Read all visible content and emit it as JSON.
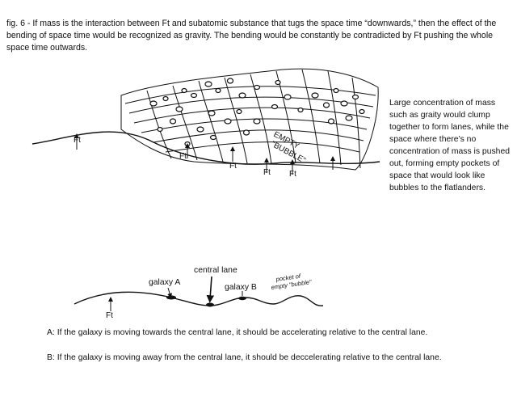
{
  "caption": "fig. 6 - If mass is the interaction between Ft and subatomic substance that tugs the space time “downwards,” then the effect of the bending of space time would be recognized as gravity. The bending would be constantly be contradicted by Ft pushing the whole space time outwards.",
  "side_note": "Large concentration of mass such as graity would clump together to form lanes, while the space where there’s no concentration of mass is pushed out, forming empty pockets of space that would look like bubbles to the flatlanders.",
  "top_drawing": {
    "bubble_label_line1": "EMPTY",
    "bubble_label_line2": "\"BUBBLE\"",
    "force_label": "Ft"
  },
  "bottom_drawing": {
    "central_lane": "central lane",
    "galaxy_a": "galaxy A",
    "galaxy_b": "galaxy B",
    "pocket_line1": "pocket of",
    "pocket_line2": "empty \"bubble\"",
    "force_label": "Ft"
  },
  "note_a": "A: If the galaxy is moving towards the central lane, it should be accelerating relative to the central lane.",
  "note_b": "B: If the galaxy is moving away from the central lane, it should be deccelerating relative to the central lane."
}
